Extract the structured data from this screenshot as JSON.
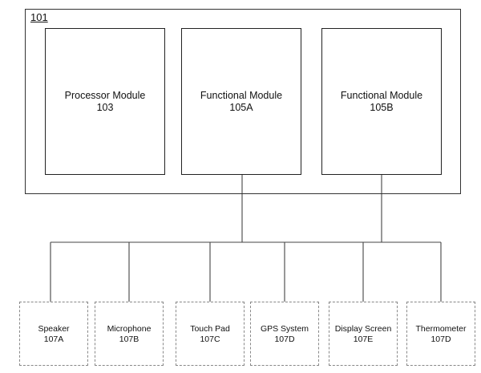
{
  "system": {
    "label": "101",
    "modules": [
      {
        "name": "Processor Module",
        "ref": "103"
      },
      {
        "name": "Functional Module",
        "ref": "105A"
      },
      {
        "name": "Functional Module",
        "ref": "105B"
      }
    ]
  },
  "devices": [
    {
      "name": "Speaker",
      "ref": "107A"
    },
    {
      "name": "Microphone",
      "ref": "107B"
    },
    {
      "name": "Touch Pad",
      "ref": "107C"
    },
    {
      "name": "GPS System",
      "ref": "107D"
    },
    {
      "name": "Display Screen",
      "ref": "107E"
    },
    {
      "name": "Thermometer",
      "ref": "107D"
    }
  ]
}
